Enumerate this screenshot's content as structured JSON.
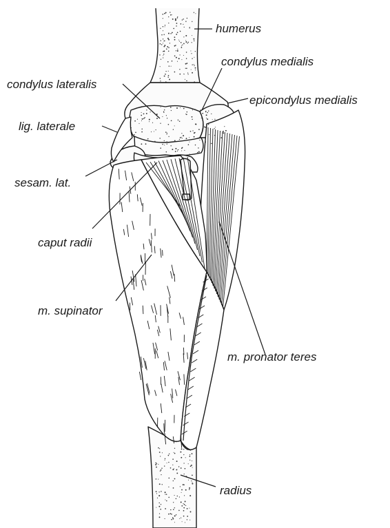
{
  "labels": {
    "humerus": "humerus",
    "condylus_medialis": "condylus medialis",
    "condylus_lateralis": "condylus lateralis",
    "epicondylus_medialis": "epicondylus medialis",
    "lig_laterale": "lig. laterale",
    "sesam_lat": "sesam. lat.",
    "caput_radii": "caput radii",
    "m_supinator": "m. supinator",
    "m_pronator_teres": "m. pronator teres",
    "radius": "radius"
  }
}
